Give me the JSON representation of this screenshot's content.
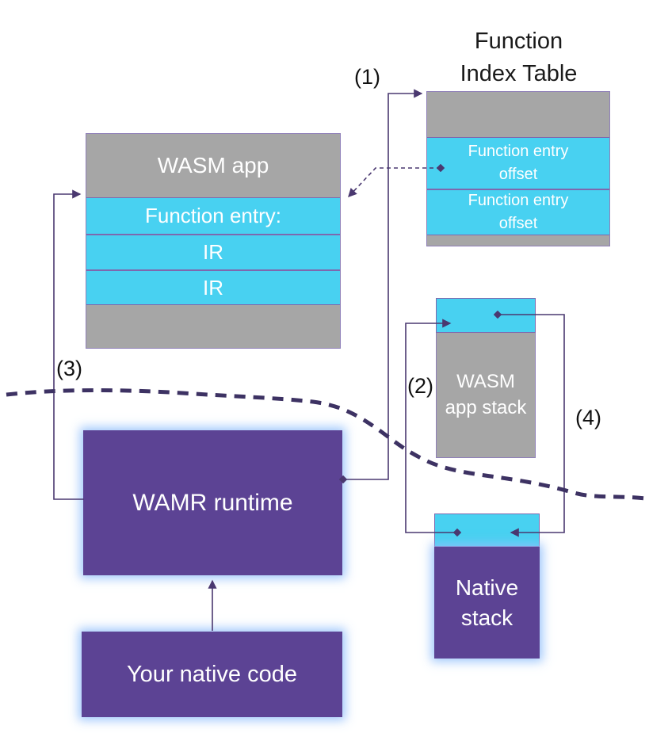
{
  "colors": {
    "box_gray": "#a6a6a6",
    "box_cyan": "#48d1f1",
    "box_purple": "#5c4394",
    "connector_purple": "#4a3870",
    "divider_purple": "#3d3263",
    "text_white": "#ffffff",
    "text_black": "#1a1a1a"
  },
  "labels": {
    "step1": "(1)",
    "step2": "(2)",
    "step3": "(3)",
    "step4": "(4)"
  },
  "function_index_table": {
    "title": "Function Index Table",
    "rows": [
      "Function entry offset",
      "Function entry offset"
    ]
  },
  "wasm_app": {
    "title": "WASM app",
    "rows": [
      "Function entry:",
      "IR",
      "IR"
    ]
  },
  "wasm_app_stack": {
    "label": "WASM app stack"
  },
  "wamr_runtime": {
    "label": "WAMR runtime"
  },
  "native_stack": {
    "label": "Native stack"
  },
  "your_native_code": {
    "label": "Your native code"
  }
}
